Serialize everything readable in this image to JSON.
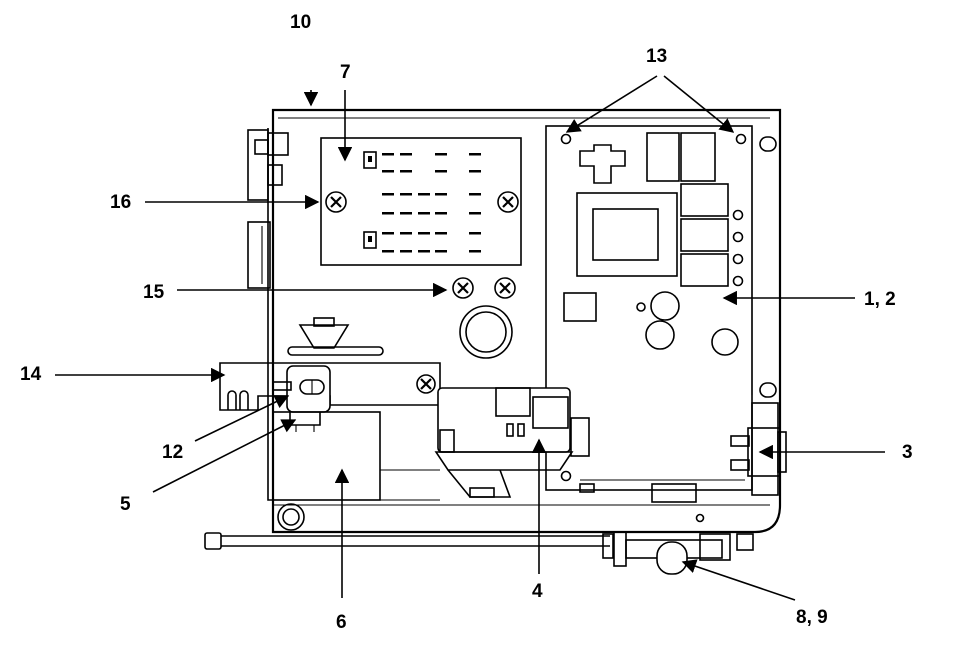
{
  "callouts": {
    "c10": "10",
    "c7": "7",
    "c13": "13",
    "c16": "16",
    "c15": "15",
    "c1_2": "1, 2",
    "c14": "14",
    "c12": "12",
    "c5": "5",
    "c3": "3",
    "c6": "6",
    "c4": "4",
    "c8_9": "8, 9"
  }
}
